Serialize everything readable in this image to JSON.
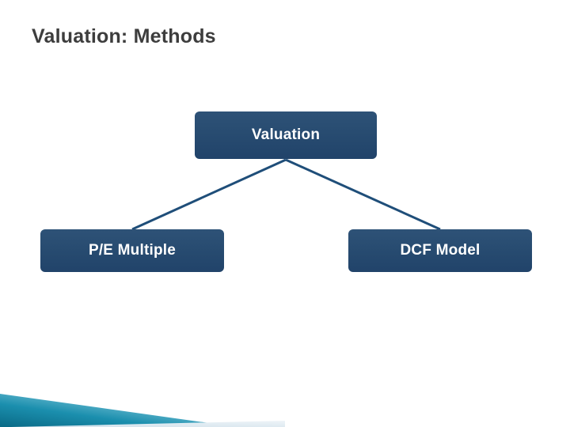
{
  "slide": {
    "title": "Valuation: Methods",
    "background_color": "#ffffff",
    "title_color": "#3d3d3d"
  },
  "diagram": {
    "type": "hierarchy",
    "node_fill_color": "#27496e",
    "node_text_color": "#ffffff",
    "connector_color": "#1f4e79",
    "nodes": [
      {
        "id": "root",
        "label": "Valuation"
      },
      {
        "id": "left",
        "label": "P/E Multiple"
      },
      {
        "id": "right",
        "label": "DCF Model"
      }
    ],
    "connectors": [
      {
        "from": "root",
        "to": "left"
      },
      {
        "from": "root",
        "to": "right"
      }
    ]
  },
  "decoration": {
    "name": "corner-ribbon",
    "colors": [
      "#0f7b96",
      "#2fa8c4",
      "#9fd3e0",
      "#0d1b2a",
      "#dfe9f0"
    ]
  }
}
